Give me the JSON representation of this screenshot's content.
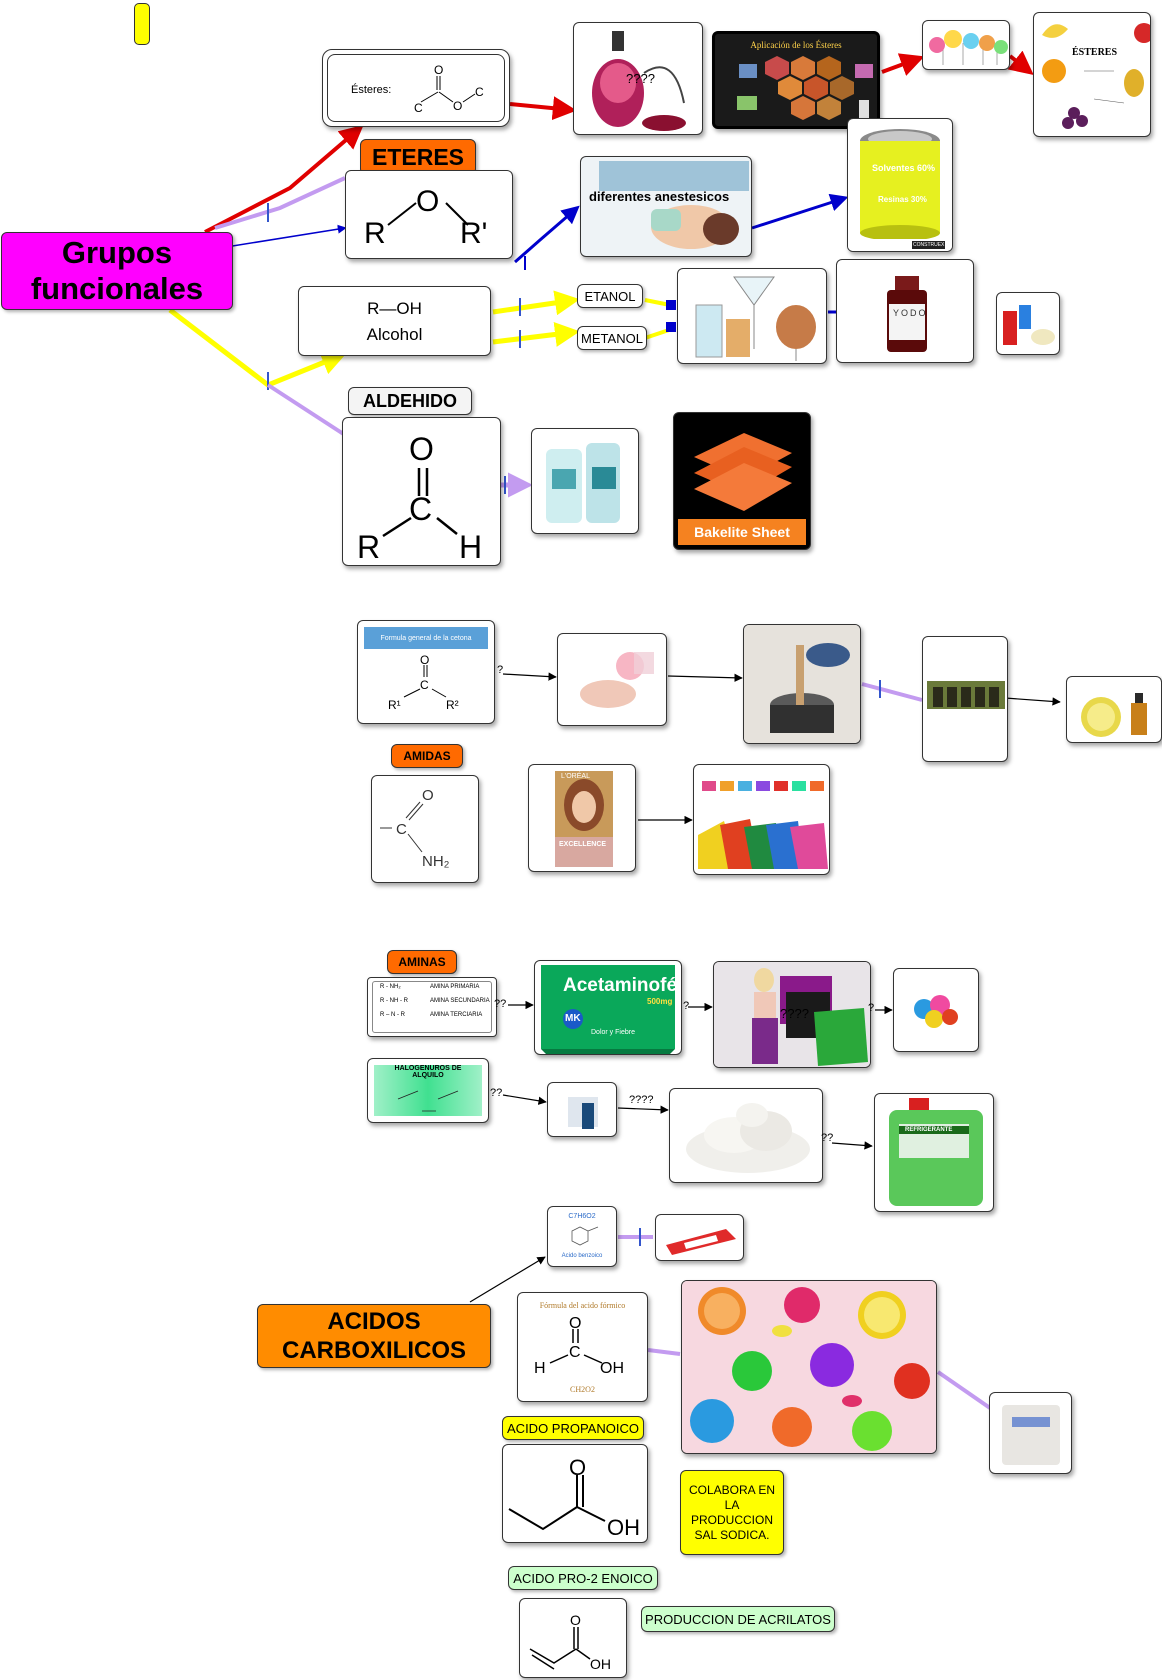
{
  "colors": {
    "magenta": "#ff00ff",
    "orange": "#ff6a00",
    "acid_orange": "#ff8c00",
    "yellow": "#ffff00",
    "red": "#e00000",
    "blue": "#0000cc",
    "lavender": "#c39bf0",
    "pale_green": "#ccffcc"
  },
  "central": {
    "title": "Grupos funcionales"
  },
  "esteres": {
    "label": "Ésteres:",
    "atoms": [
      "O",
      "C",
      "O",
      "C"
    ],
    "perfume_marks": "????"
  },
  "aplicacion": {
    "title": "Aplicación de los Ésteres"
  },
  "fruits": {
    "title": "ÉSTERES"
  },
  "eteres": {
    "title": "ETERES",
    "formula": [
      "R",
      "O",
      "R'"
    ]
  },
  "anestesicos": {
    "label": "diferentes anestesicos"
  },
  "solvent_can": {
    "line1": "Solventes 60%",
    "line2": "Resinas 30%",
    "brand": "CONSTRUEX"
  },
  "alcohol": {
    "formula": "R—OH",
    "name": "Alcohol",
    "etanol": "ETANOL",
    "metanol": "METANOL",
    "yodo": "YODO"
  },
  "aldehido": {
    "title": "ALDEHIDO",
    "atoms": [
      "O",
      "C",
      "R",
      "H"
    ],
    "bakelite": "Bakelite Sheet"
  },
  "cetona": {
    "title": "Formula general de la cetona",
    "atoms": [
      "O",
      "C",
      "R¹",
      "R²"
    ],
    "marks": "?"
  },
  "amidas": {
    "title": "AMIDAS",
    "atoms": [
      "O",
      "C",
      "NH₂"
    ],
    "loreal": "L'ORÉAL",
    "excellence": "EXCELLENCE"
  },
  "aminas": {
    "title": "AMINAS",
    "rows": [
      {
        "formula": "R - NH₂",
        "name": "AMINA PRIMARIA"
      },
      {
        "formula": "R - NH - R",
        "name": "AMINA SECUNDARIA"
      },
      {
        "formula": "R – N - R",
        "name": "AMINA TERCIARIA"
      }
    ],
    "acetaminofen": "Acetaminofén",
    "dose": "500mg",
    "brand": "MK",
    "sub": "Dolor y Fiebre",
    "marks1": "??",
    "marks2": "?",
    "marks3": "????",
    "marks4": "?"
  },
  "halogenuros": {
    "title": "HALOGENUROS DE ALQUILO",
    "marks1": "??",
    "marks2": "????",
    "marks3": "??",
    "bottle": "REFRIGERANTE"
  },
  "acidos": {
    "title": "ACIDOS CARBOXILICOS",
    "benzoico_formula": "C7H6O2",
    "benzoico_name": "Acido benzoico",
    "formico_title": "Fórmula del acido fórmico",
    "formico_atoms": [
      "O",
      "H",
      "C",
      "OH"
    ],
    "formico_formula": "CH2O2",
    "propanoico": "ACIDO PROPANOICO",
    "propanoico_atoms": [
      "O",
      "OH"
    ],
    "sodica": "COLABORA EN LA PRODUCCION SAL SODICA.",
    "pro2": "ACIDO PRO-2 ENOICO",
    "pro2_atoms": [
      "O",
      "OH"
    ],
    "acrilatos": "PRODUCCION DE ACRILATOS"
  }
}
